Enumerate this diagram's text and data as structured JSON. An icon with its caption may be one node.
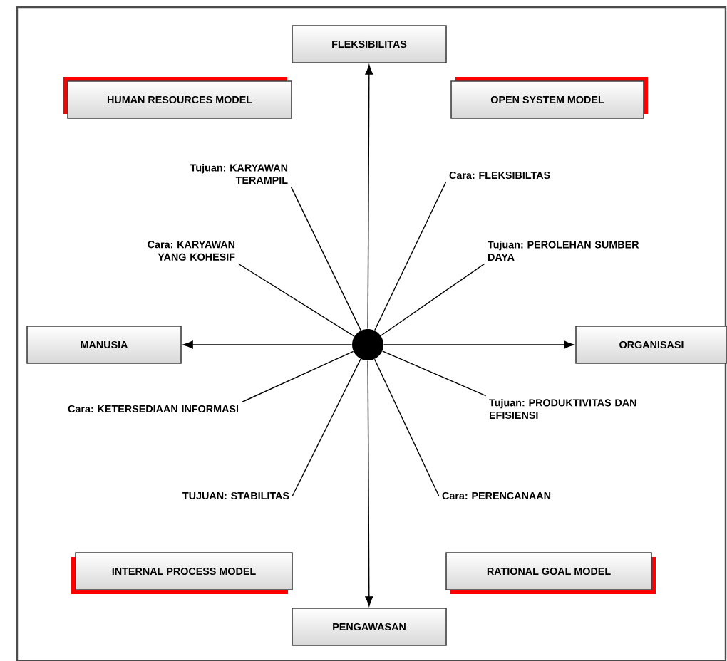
{
  "diagram": {
    "nodes": [
      {
        "text": [
          "FLEKSIBILITAS"
        ]
      },
      {
        "text": [
          "HUMAN RESOURCES MODEL"
        ]
      },
      {
        "text": [
          "OPEN SYSTEM MODEL"
        ]
      },
      {
        "text": [
          "Tujuan: KARYAWAN TERAMPIL"
        ]
      },
      {
        "text": [
          "Cara: FLEKSIBILTAS"
        ]
      },
      {
        "text": [
          "Cara: KARYAWAN YANG KOHESIF"
        ]
      },
      {
        "text": [
          "Tujuan: PEROLEHAN SUMBER DAYA"
        ]
      },
      {
        "text": [
          "MANUSIA"
        ]
      },
      {
        "text": [],
        "shape": "circle"
      },
      {
        "text": [
          "ORGANISASI"
        ]
      },
      {
        "text": [
          "Cara: KETERSEDIAAN INFORMASI"
        ]
      },
      {
        "text": [
          "Tujuan: PRODUKTIVITAS DAN EFISIENSI"
        ]
      },
      {
        "text": [
          "TUJUAN: STABILITAS"
        ]
      },
      {
        "text": [
          "Cara: PERENCANAAN"
        ]
      },
      {
        "text": [
          "INTERNAL PROCESS MODEL"
        ]
      },
      {
        "text": [
          "RATIONAL GOAL MODEL"
        ]
      },
      {
        "text": [
          "PENGAWASAN"
        ]
      }
    ],
    "edges": [
      {
        "from": 8,
        "to": 0,
        "arrow": "to"
      },
      {
        "from": 8,
        "to": 7,
        "arrow": "to"
      },
      {
        "from": 8,
        "to": 9,
        "arrow": "to"
      },
      {
        "from": 8,
        "to": 16,
        "arrow": "to"
      },
      {
        "from": 8,
        "to": 3,
        "arrow": "none"
      },
      {
        "from": 8,
        "to": 4,
        "arrow": "none"
      },
      {
        "from": 8,
        "to": 5,
        "arrow": "none"
      },
      {
        "from": 8,
        "to": 6,
        "arrow": "none"
      },
      {
        "from": 8,
        "to": 10,
        "arrow": "none"
      },
      {
        "from": 8,
        "to": 11,
        "arrow": "none"
      },
      {
        "from": 8,
        "to": 12,
        "arrow": "none"
      },
      {
        "from": 8,
        "to": 13,
        "arrow": "none"
      }
    ]
  }
}
